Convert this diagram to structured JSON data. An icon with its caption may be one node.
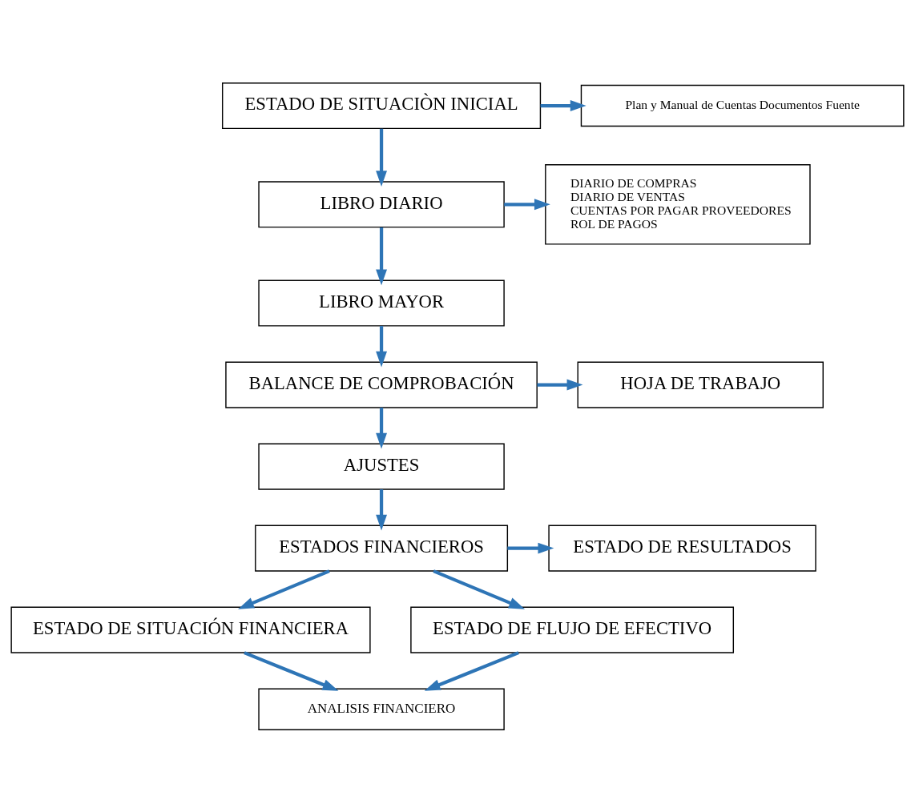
{
  "diagram": {
    "nodes": [
      {
        "text": [
          "ESTADO DE SITUACIÒN INICIAL"
        ]
      },
      {
        "text": [
          "Plan y Manual de Cuentas Documentos Fuente"
        ]
      },
      {
        "text": [
          "LIBRO DIARIO"
        ]
      },
      {
        "text": [
          "DIARIO DE COMPRAS",
          "DIARIO DE VENTAS",
          "CUENTAS POR PAGAR PROVEEDORES",
          "ROL DE PAGOS"
        ]
      },
      {
        "text": [
          "LIBRO MAYOR"
        ]
      },
      {
        "text": [
          "BALANCE DE COMPROBACIÓN"
        ]
      },
      {
        "text": [
          "HOJA DE TRABAJO"
        ]
      },
      {
        "text": [
          "AJUSTES"
        ]
      },
      {
        "text": [
          "ESTADOS FINANCIEROS"
        ]
      },
      {
        "text": [
          "ESTADO DE SITUACIÓN FINANCIERA"
        ]
      },
      {
        "text": [
          "ESTADO DE RESULTADOS"
        ]
      },
      {
        "text": [
          "ESTADO DE FLUJO DE EFECTIVO"
        ]
      },
      {
        "text": [
          "ANALISIS FINANCIERO"
        ]
      }
    ],
    "edges": [
      {
        "from": 0,
        "to": 1,
        "arrow": "to"
      },
      {
        "from": 0,
        "to": 2,
        "arrow": "to"
      },
      {
        "from": 2,
        "to": 3,
        "arrow": "to"
      },
      {
        "from": 2,
        "to": 4,
        "arrow": "to"
      },
      {
        "from": 4,
        "to": 5,
        "arrow": "to"
      },
      {
        "from": 5,
        "to": 6,
        "arrow": "to"
      },
      {
        "from": 5,
        "to": 7,
        "arrow": "to"
      },
      {
        "from": 7,
        "to": 8,
        "arrow": "to"
      },
      {
        "from": 8,
        "to": 9,
        "arrow": "to"
      },
      {
        "from": 8,
        "to": 10,
        "arrow": "to"
      },
      {
        "from": 8,
        "to": 11,
        "arrow": "to"
      },
      {
        "from": 9,
        "to": 12,
        "arrow": "to"
      },
      {
        "from": 11,
        "to": 12,
        "arrow": "to"
      }
    ]
  }
}
